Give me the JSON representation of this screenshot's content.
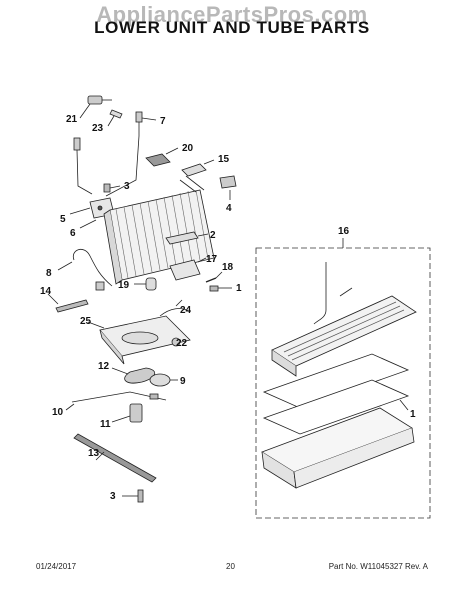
{
  "header": {
    "watermark": "AppliancePartsPros.com",
    "title": "LOWER UNIT AND TUBE PARTS"
  },
  "callouts": [
    {
      "id": "c21",
      "label": "21"
    },
    {
      "id": "c23",
      "label": "23"
    },
    {
      "id": "c7",
      "label": "7"
    },
    {
      "id": "c20",
      "label": "20"
    },
    {
      "id": "c15",
      "label": "15"
    },
    {
      "id": "c3a",
      "label": "3"
    },
    {
      "id": "c4",
      "label": "4"
    },
    {
      "id": "c5",
      "label": "5"
    },
    {
      "id": "c6",
      "label": "6"
    },
    {
      "id": "c2",
      "label": "2"
    },
    {
      "id": "c16",
      "label": "16"
    },
    {
      "id": "c8",
      "label": "8"
    },
    {
      "id": "c17",
      "label": "17"
    },
    {
      "id": "c18",
      "label": "18"
    },
    {
      "id": "c19",
      "label": "19"
    },
    {
      "id": "c1a",
      "label": "1"
    },
    {
      "id": "c14",
      "label": "14"
    },
    {
      "id": "c24",
      "label": "24"
    },
    {
      "id": "c25",
      "label": "25"
    },
    {
      "id": "c22",
      "label": "22"
    },
    {
      "id": "c12",
      "label": "12"
    },
    {
      "id": "c9",
      "label": "9"
    },
    {
      "id": "c10",
      "label": "10"
    },
    {
      "id": "c1b",
      "label": "1"
    },
    {
      "id": "c11",
      "label": "11"
    },
    {
      "id": "c13",
      "label": "13"
    },
    {
      "id": "c3b",
      "label": "3"
    }
  ],
  "footer": {
    "date": "01/24/2017",
    "page": "20",
    "part_no": "Part No. W11045327  Rev. A"
  }
}
